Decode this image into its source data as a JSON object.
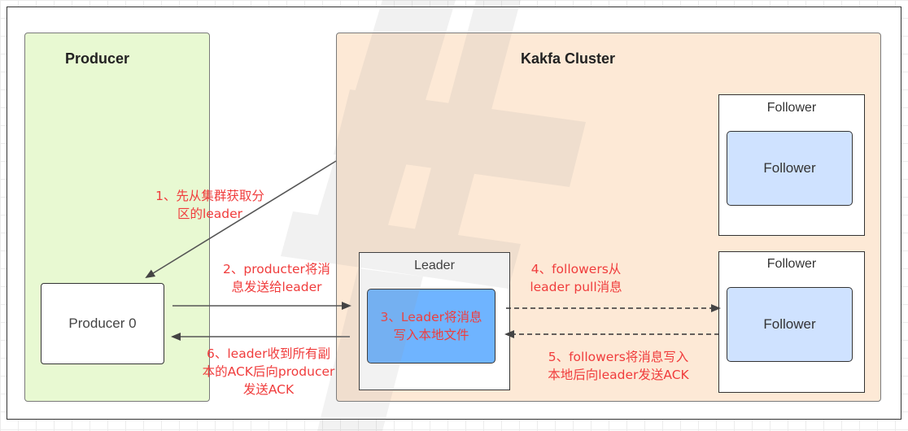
{
  "producer_zone": {
    "title": "Producer"
  },
  "cluster_zone": {
    "title": "Kakfa Cluster"
  },
  "producer_box": {
    "label": "Producer 0"
  },
  "leader": {
    "caption": "Leader",
    "inner_text": "3、Leader将消息\n写入本地文件"
  },
  "followers": [
    {
      "caption": "Follower",
      "inner": "Follower"
    },
    {
      "caption": "Follower",
      "inner": "Follower"
    }
  ],
  "steps": {
    "step1": "1、先从集群获取分\n区的leader",
    "step2": "2、producter将消\n息发送给leader",
    "step4": "4、followers从\nleader pull消息",
    "step5": "5、followers将消息写入\n本地后向leader发送ACK",
    "step6": "6、leader收到所有副\n本的ACK后向producer\n发送ACK"
  },
  "colors": {
    "producer_zone": "#e8f9d2",
    "cluster_zone": "#fde9d6",
    "leader_inner": "#6fb4ff",
    "follower_inner": "#cfe2ff",
    "note_text": "#f03c3c"
  }
}
